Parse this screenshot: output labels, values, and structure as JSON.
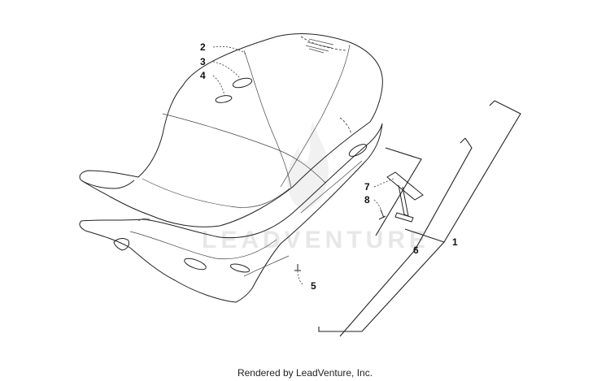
{
  "callouts": {
    "c1": "1",
    "c2": "2",
    "c3": "3",
    "c4": "4",
    "c5": "5",
    "c6": "6",
    "c7": "7",
    "c8": "8"
  },
  "watermark": {
    "text": "LEADVENTURE",
    "icon": "flame-logo-icon"
  },
  "footer": {
    "text": "Rendered by LeadVenture, Inc."
  },
  "colors": {
    "line": "#222222",
    "watermark": "#d8d8d8",
    "background": "#ffffff"
  }
}
